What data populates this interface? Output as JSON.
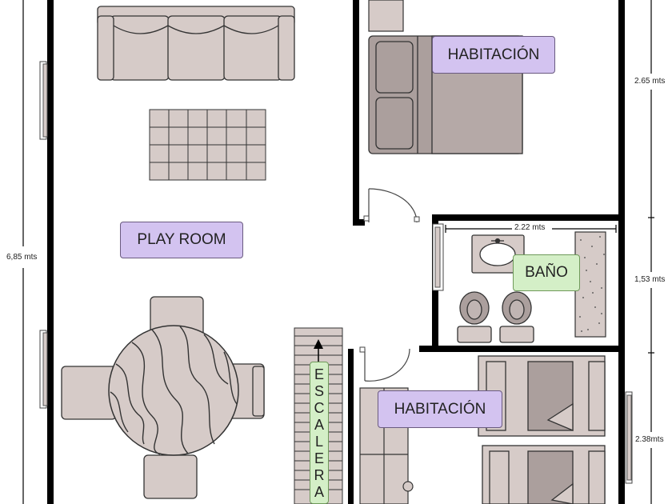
{
  "rooms": {
    "playroom": "PLAY ROOM",
    "bedroom_top": "HABITACIÓN",
    "bathroom": "BAÑO",
    "bedroom_bottom": "HABITACIÓN",
    "stairs": "ESCALERA"
  },
  "dimensions": {
    "left_height": "6,85 mts",
    "right_top": "2.65 mts",
    "right_middle": "1,53 mts",
    "right_bottom": "2.38mts",
    "bath_width": "2.22 mts"
  },
  "colors": {
    "wall": "#000000",
    "furniture": "#d6cbc8",
    "furniture_dark": "#ab9f9d",
    "label_purple": "#d3c3f0",
    "label_green": "#d4efc7"
  }
}
